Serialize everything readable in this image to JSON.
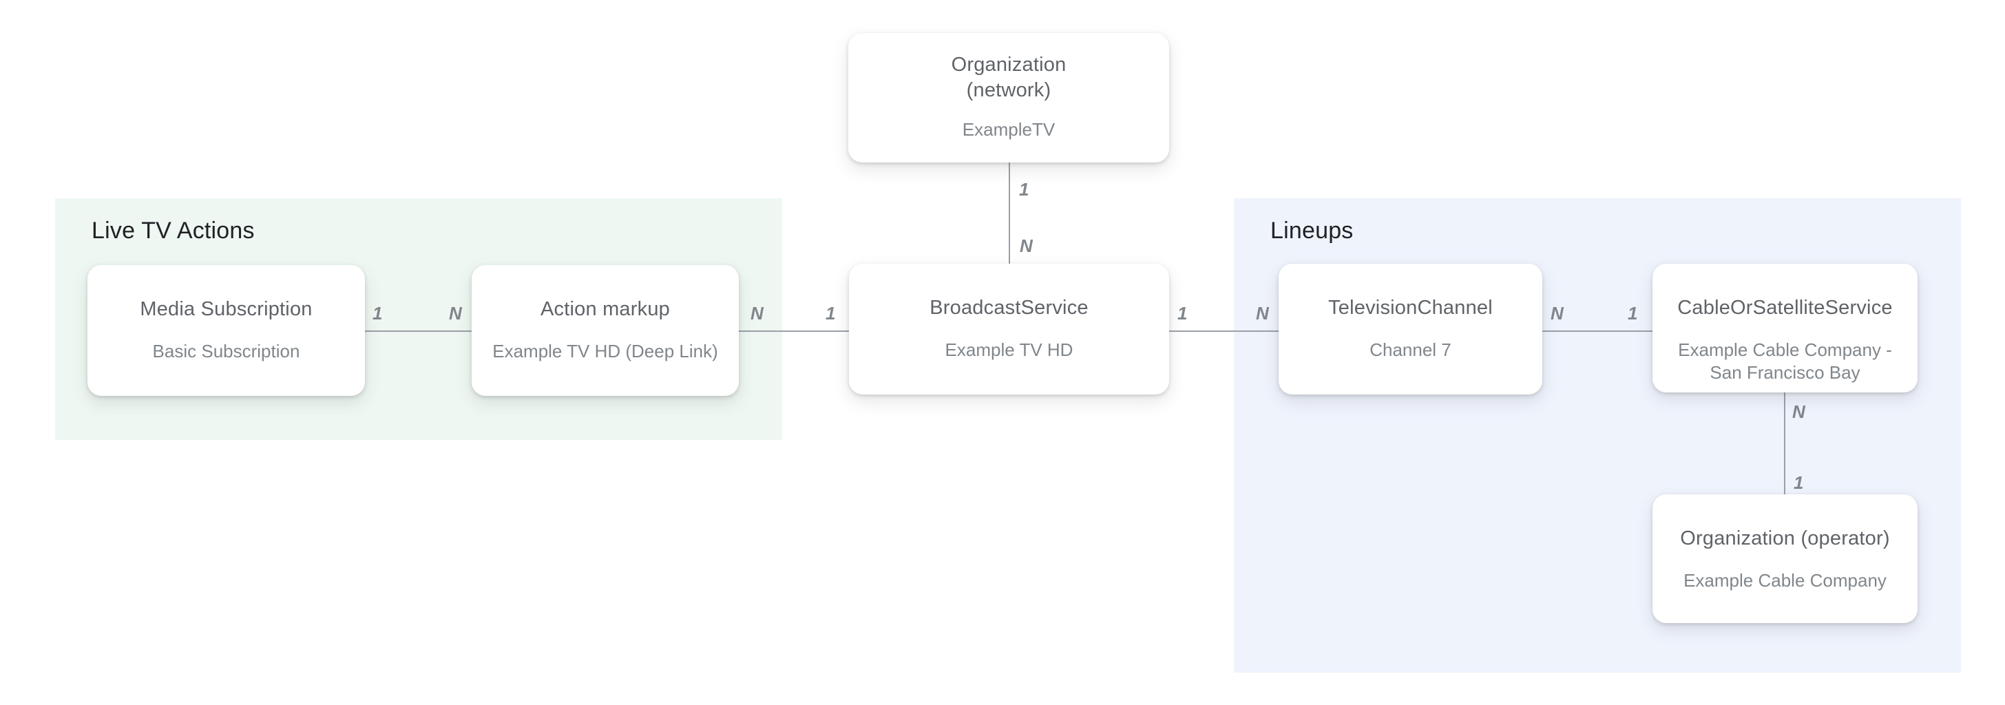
{
  "diagram": {
    "regions": {
      "live_tv_actions": {
        "label": "Live TV Actions"
      },
      "lineups": {
        "label": "Lineups"
      }
    },
    "nodes": {
      "organization_network": {
        "title": "Organization (network)",
        "subtitle": "ExampleTV"
      },
      "media_subscription": {
        "title": "Media Subscription",
        "subtitle": "Basic Subscription"
      },
      "action_markup": {
        "title": "Action markup",
        "subtitle": "Example TV HD (Deep Link)"
      },
      "broadcast_service": {
        "title": "BroadcastService",
        "subtitle": "Example TV HD"
      },
      "television_channel": {
        "title": "TelevisionChannel",
        "subtitle": "Channel 7"
      },
      "cable_or_satellite_service": {
        "title": "CableOrSatelliteService",
        "subtitle": "Example Cable Company - San Francisco Bay"
      },
      "organization_operator": {
        "title": "Organization (operator)",
        "subtitle": "Example Cable Company"
      }
    },
    "edges": {
      "network_to_broadcast": {
        "from_label": "1",
        "to_label": "N"
      },
      "media_to_action": {
        "from_label": "1",
        "to_label": "N"
      },
      "action_to_broadcast": {
        "from_label": "N",
        "to_label": "1"
      },
      "broadcast_to_channel": {
        "from_label": "1",
        "to_label": "N"
      },
      "channel_to_cable": {
        "from_label": "N",
        "to_label": "1"
      },
      "cable_to_operator": {
        "from_label": "N",
        "to_label": "1"
      }
    },
    "colors": {
      "live_tv_actions_region_bg": "#eef7f1",
      "lineups_region_bg": "#eff3fc",
      "node_title": "#5f6368",
      "node_subtitle": "#80868b",
      "section_label": "#202124",
      "connector_line": "#9aa0a6",
      "cardinality_label": "#80868b",
      "node_bg": "#ffffff",
      "page_bg": "#ffffff"
    }
  }
}
